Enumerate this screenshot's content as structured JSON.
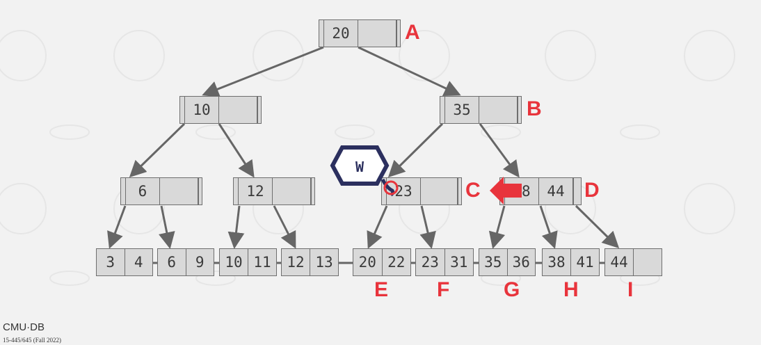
{
  "inner_nodes": [
    {
      "id": "A",
      "key": "20"
    },
    {
      "id": "n10",
      "key": "10"
    },
    {
      "id": "B",
      "key": "35"
    },
    {
      "id": "n6",
      "key": "6"
    },
    {
      "id": "n12",
      "key": "12"
    },
    {
      "id": "C",
      "key": "23"
    },
    {
      "id": "D",
      "keys": [
        "38",
        "44"
      ]
    }
  ],
  "leaves": [
    {
      "keys": [
        "3",
        "4"
      ]
    },
    {
      "keys": [
        "6",
        "9"
      ]
    },
    {
      "keys": [
        "10",
        "11"
      ]
    },
    {
      "keys": [
        "12",
        "13"
      ]
    },
    {
      "keys": [
        "20",
        "22"
      ]
    },
    {
      "keys": [
        "23",
        "31"
      ]
    },
    {
      "keys": [
        "35",
        "36"
      ]
    },
    {
      "keys": [
        "38",
        "41"
      ]
    },
    {
      "keys": [
        "44",
        ""
      ]
    }
  ],
  "labels": {
    "A": "A",
    "B": "B",
    "C": "C",
    "D": "D",
    "E": "E",
    "F": "F",
    "G": "G",
    "H": "H",
    "I": "I"
  },
  "worker": {
    "label": "W"
  },
  "footer": {
    "logo": "CMU·DB",
    "course": "15-445/645 (Fall 2022)"
  },
  "colors": {
    "accent": "#e8343c",
    "worker": "#2b2f5e",
    "node_fill": "#d9d9d9",
    "edge": "#666666"
  }
}
